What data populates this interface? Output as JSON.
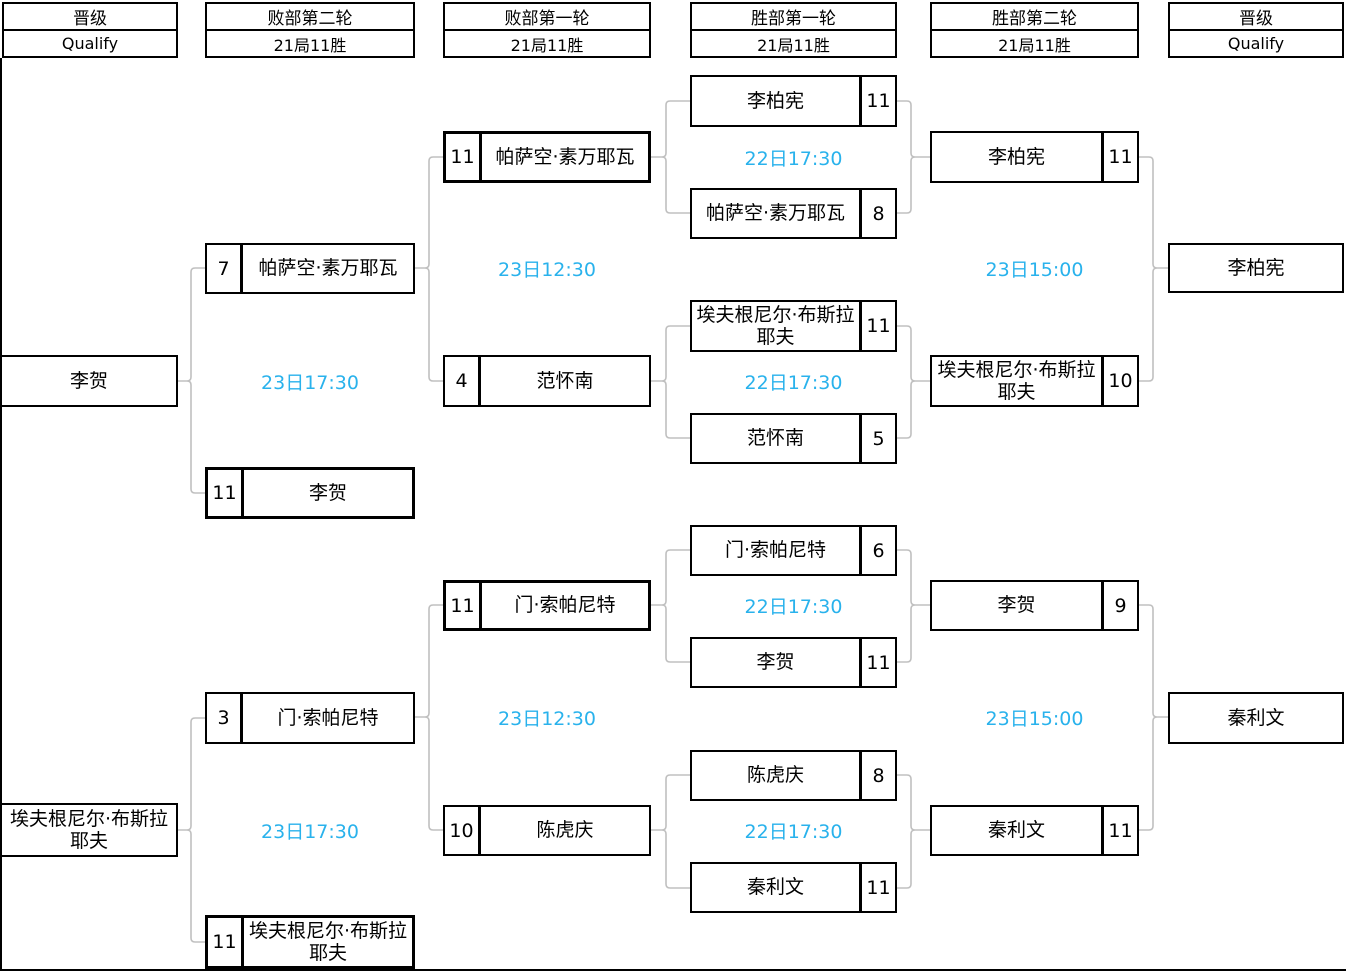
{
  "colors": {
    "time": "#29b2ec",
    "connector": "#c0c0c0",
    "border": "#000000"
  },
  "headers": [
    {
      "round": "晋级",
      "sub": "Qualify"
    },
    {
      "round": "败部第二轮",
      "sub": "21局11胜"
    },
    {
      "round": "败部第一轮",
      "sub": "21局11胜"
    },
    {
      "round": "胜部第一轮",
      "sub": "21局11胜"
    },
    {
      "round": "胜部第二轮",
      "sub": "21局11胜"
    },
    {
      "round": "晋级",
      "sub": "Qualify"
    }
  ],
  "bracket": {
    "qualify_left": [
      {
        "name": "李贺"
      },
      {
        "name": "埃夫根尼尔·布斯拉耶夫"
      }
    ],
    "losers_round2": {
      "matches": [
        {
          "top": {
            "score": "7",
            "name": "帕萨空·素万耶瓦"
          },
          "bottom": {
            "score": "11",
            "name": "李贺"
          },
          "time": "23日17:30"
        },
        {
          "top": {
            "score": "3",
            "name": "门·索帕尼特"
          },
          "bottom": {
            "score": "11",
            "name": "埃夫根尼尔·布斯拉耶夫"
          },
          "time": "23日17:30"
        }
      ]
    },
    "losers_round1": {
      "matches": [
        {
          "top": {
            "score": "11",
            "name": "帕萨空·素万耶瓦"
          },
          "bottom": {
            "score": "4",
            "name": "范怀南"
          },
          "time": "23日12:30"
        },
        {
          "top": {
            "score": "11",
            "name": "门·索帕尼特"
          },
          "bottom": {
            "score": "10",
            "name": "陈虎庆"
          },
          "time": "23日12:30"
        }
      ]
    },
    "winners_round1": {
      "matches": [
        {
          "top": {
            "name": "李柏宪",
            "score": "11"
          },
          "bottom": {
            "name": "帕萨空·素万耶瓦",
            "score": "8"
          },
          "time": "22日17:30"
        },
        {
          "top": {
            "name": "埃夫根尼尔·布斯拉耶夫",
            "score": "11"
          },
          "bottom": {
            "name": "范怀南",
            "score": "5"
          },
          "time": "22日17:30"
        },
        {
          "top": {
            "name": "门·索帕尼特",
            "score": "6"
          },
          "bottom": {
            "name": "李贺",
            "score": "11"
          },
          "time": "22日17:30"
        },
        {
          "top": {
            "name": "陈虎庆",
            "score": "8"
          },
          "bottom": {
            "name": "秦利文",
            "score": "11"
          },
          "time": "22日17:30"
        }
      ]
    },
    "winners_round2": {
      "matches": [
        {
          "top": {
            "name": "李柏宪",
            "score": "11"
          },
          "bottom": {
            "name": "埃夫根尼尔·布斯拉耶夫",
            "score": "10"
          },
          "time": "23日15:00"
        },
        {
          "top": {
            "name": "李贺",
            "score": "9"
          },
          "bottom": {
            "name": "秦利文",
            "score": "11"
          },
          "time": "23日15:00"
        }
      ]
    },
    "qualify_right": [
      {
        "name": "李柏宪"
      },
      {
        "name": "秦利文"
      }
    ]
  }
}
